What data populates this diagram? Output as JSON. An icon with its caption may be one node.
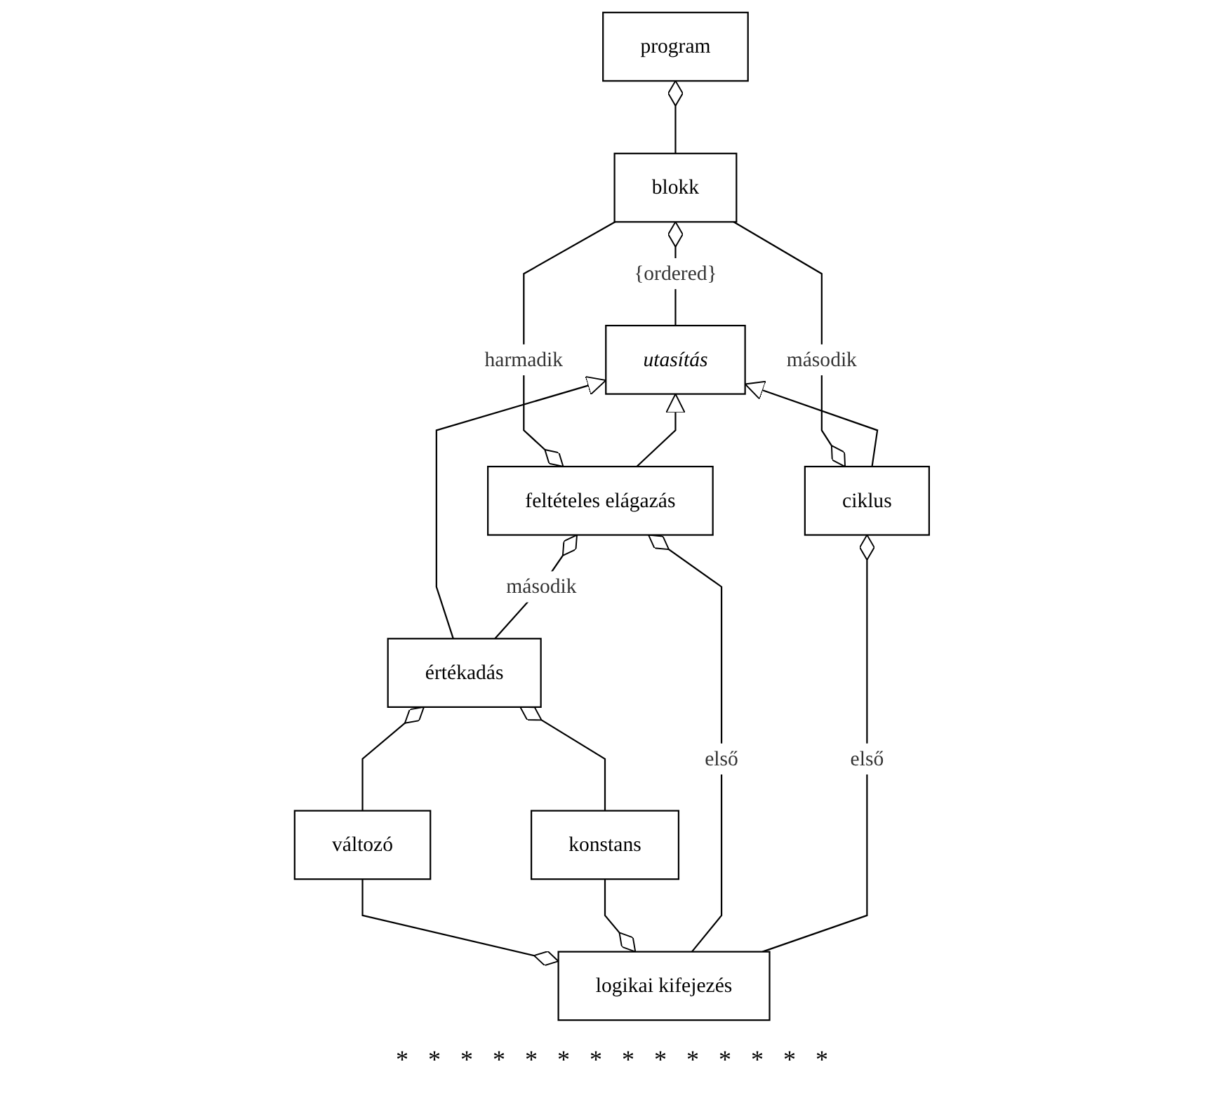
{
  "diagram": {
    "nodes": [
      {
        "text": [
          "program"
        ]
      },
      {
        "text": [
          "blokk"
        ]
      },
      {
        "text": [
          "utasítás"
        ]
      },
      {
        "text": [
          "feltételes elágazás"
        ]
      },
      {
        "text": [
          "értékadás"
        ]
      },
      {
        "text": [
          "ciklus"
        ]
      },
      {
        "text": [
          "változó"
        ]
      },
      {
        "text": [
          "konstans"
        ]
      },
      {
        "text": [
          "logikai kifejezés"
        ]
      }
    ],
    "edges": [
      {
        "from": 0,
        "to": 1,
        "arrow": "other"
      },
      {
        "from": 1,
        "to": 2,
        "arrow": "other",
        "label": "{ordered}"
      },
      {
        "from": 3,
        "to": 1,
        "arrow": "other",
        "label": "harmadik"
      },
      {
        "from": 5,
        "to": 1,
        "arrow": "other",
        "label": "második"
      },
      {
        "from": 3,
        "to": 2,
        "arrow": "to"
      },
      {
        "from": 4,
        "to": 2,
        "arrow": "to"
      },
      {
        "from": 5,
        "to": 2,
        "arrow": "to"
      },
      {
        "from": 3,
        "to": 4,
        "arrow": "other",
        "label": "második"
      },
      {
        "from": 4,
        "to": 6,
        "arrow": "other"
      },
      {
        "from": 4,
        "to": 7,
        "arrow": "other"
      },
      {
        "from": 8,
        "to": 6,
        "arrow": "other"
      },
      {
        "from": 8,
        "to": 7,
        "arrow": "other"
      },
      {
        "from": 3,
        "to": 8,
        "arrow": "other",
        "label": "első"
      },
      {
        "from": 5,
        "to": 8,
        "arrow": "other",
        "label": "első"
      }
    ],
    "labels": [
      "*",
      "*",
      "*",
      "*",
      "*",
      "*",
      "*",
      "*",
      "*",
      "*",
      "*",
      "*",
      "*",
      "*"
    ]
  }
}
